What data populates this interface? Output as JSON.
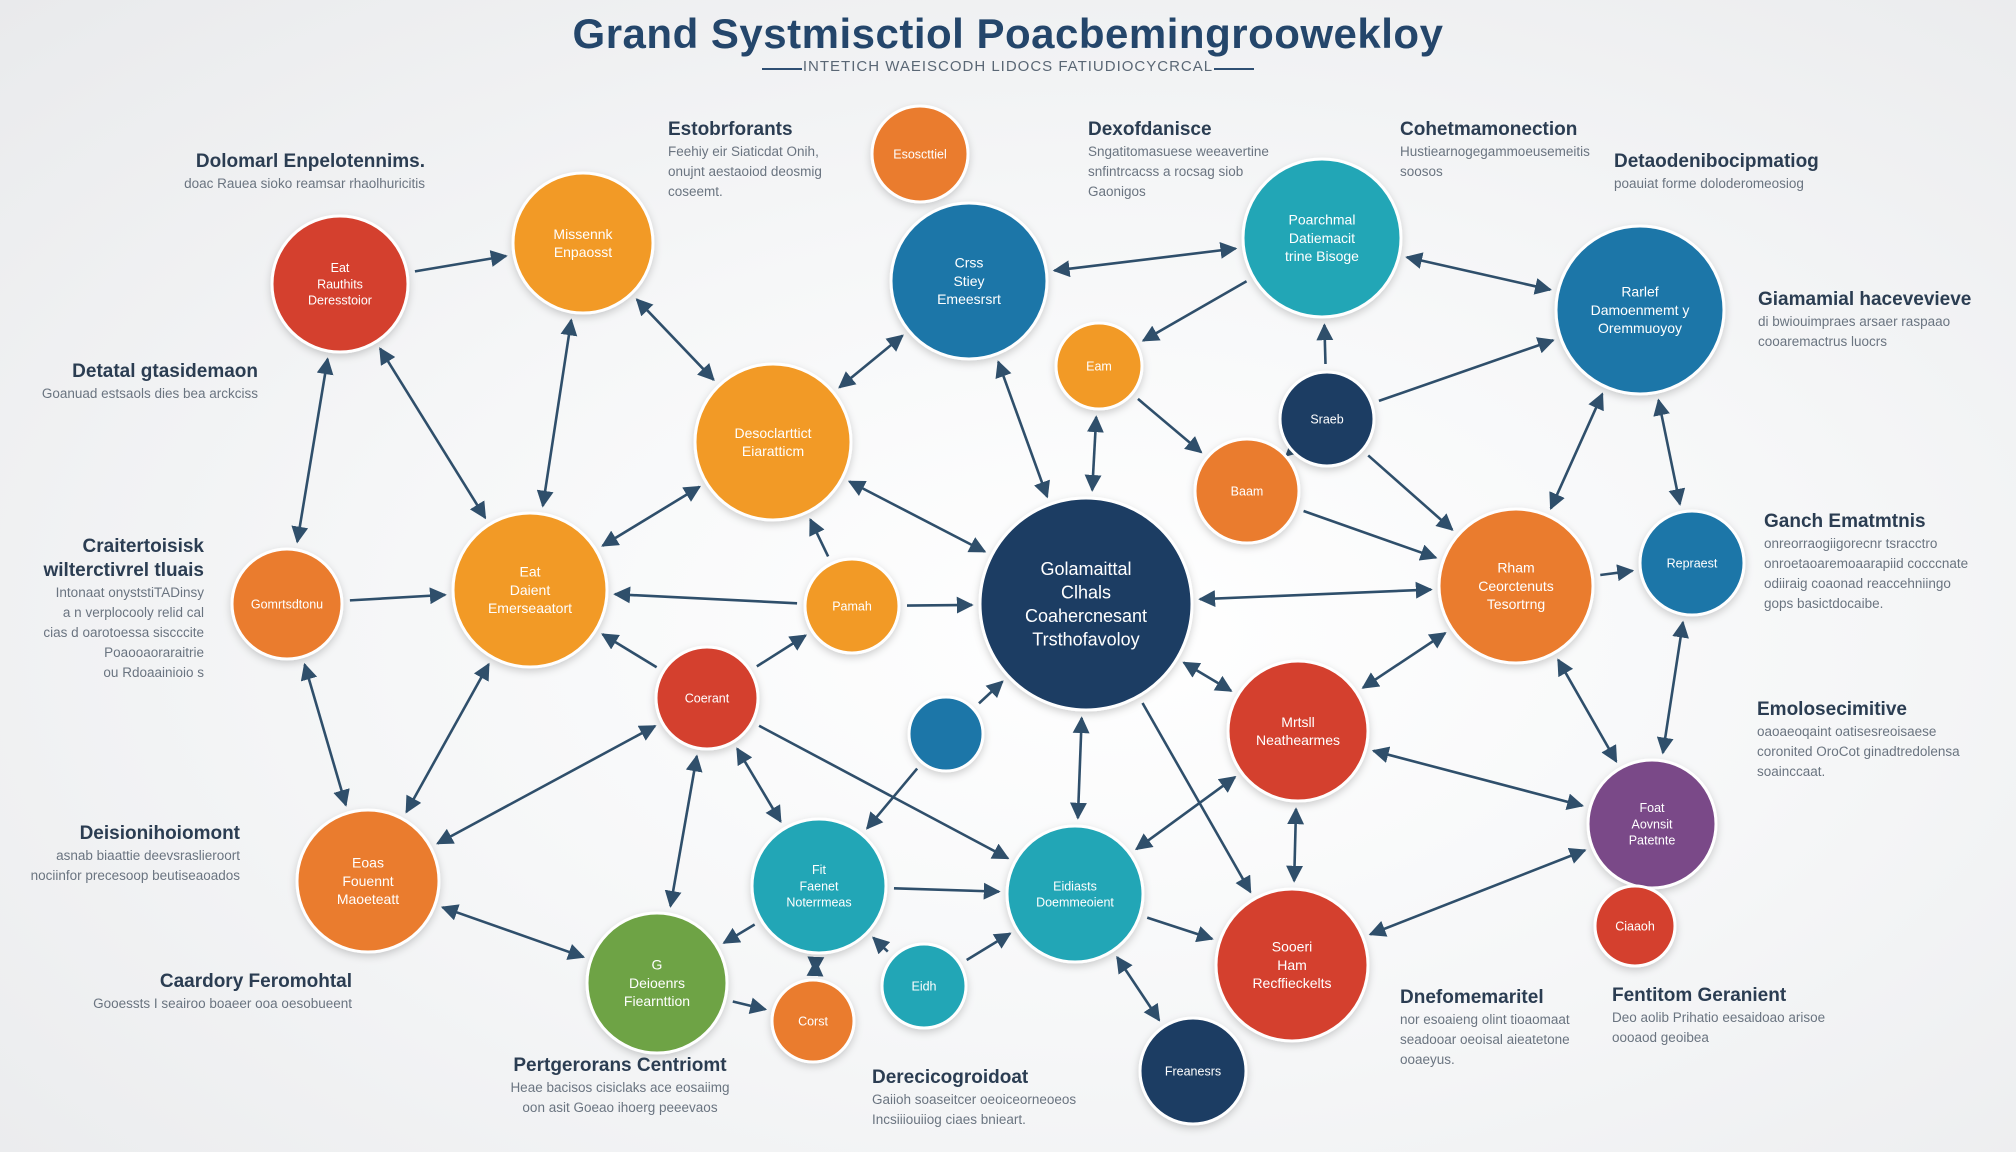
{
  "title": "Grand Systmisctiol Poacbemingroowekloy",
  "subtitle": "INTETICH WAEISCODH LIDOCS FATIUDIOCYCRCAL",
  "colors": {
    "dark_navy": "#1c3d64",
    "blue": "#1f76a8",
    "teal": "#22a6b6",
    "orange": "#ea7b2f",
    "amber": "#f29a25",
    "red": "#d4402e",
    "green": "#6ea345",
    "purple": "#7a4a88",
    "arrow": "#2f4f6b"
  },
  "nodes": [
    {
      "id": "center",
      "text": "Golamaittal\nClhals\nCoahercnesant\nTrsthofavoloy",
      "color": "dark_navy"
    },
    {
      "id": "red_tl",
      "text": "Eat\nRauthits\nDeresstoior",
      "color": "red"
    },
    {
      "id": "orange_tl",
      "text": "Missennk\nEnpaosst",
      "color": "amber"
    },
    {
      "id": "orange_top",
      "text": "Esoscttiel",
      "color": "orange"
    },
    {
      "id": "blue_top",
      "text": "Crss\nStiey\nEmeesrsrt",
      "color": "blue"
    },
    {
      "id": "teal_top",
      "text": "Poarchmal\nDatiemacit\ntrine Bisoge",
      "color": "teal"
    },
    {
      "id": "blue_tr",
      "text": "Rarlef\nDamoenmemt y\nOremmuoyoy",
      "color": "blue"
    },
    {
      "id": "amber_mid",
      "text": "Desoclarttict\nEiaratticm",
      "color": "amber"
    },
    {
      "id": "small_orange",
      "text": "Eam",
      "color": "amber"
    },
    {
      "id": "navy_small",
      "text": "Sraeb",
      "color": "dark_navy"
    },
    {
      "id": "orange_mid",
      "text": "Baam",
      "color": "orange"
    },
    {
      "id": "orange_left",
      "text": "Gomrtsdtonu",
      "color": "orange"
    },
    {
      "id": "amber_left",
      "text": "Eat\nDaient\nEmerseaatort",
      "color": "amber"
    },
    {
      "id": "amber_small",
      "text": "Pamah",
      "color": "amber"
    },
    {
      "id": "red_mid",
      "text": "Coerant",
      "color": "red"
    },
    {
      "id": "orange_r",
      "text": "Rham\nCeorctenuts\nTesortrng",
      "color": "orange"
    },
    {
      "id": "blue_r",
      "text": "Repraest",
      "color": "blue"
    },
    {
      "id": "blue_small",
      "text": "",
      "color": "blue"
    },
    {
      "id": "red_r",
      "text": "Mrtsll\nNeathearmes",
      "color": "red"
    },
    {
      "id": "orange_bl",
      "text": "Eoas\nFouennt\nMaoeteatt",
      "color": "orange"
    },
    {
      "id": "teal_b",
      "text": "Fit\nFaenet\nNoterrmeas",
      "color": "teal"
    },
    {
      "id": "teal_bc",
      "text": "Eidiasts\nDoemmeoient",
      "color": "teal"
    },
    {
      "id": "purple_r",
      "text": "Foat\nAovnsit\nPatetnte",
      "color": "purple"
    },
    {
      "id": "green_b",
      "text": "G\nDeioenrs\nFiearnttion",
      "color": "green"
    },
    {
      "id": "teal_small",
      "text": "Eidh",
      "color": "teal"
    },
    {
      "id": "orange_small_b",
      "text": "Corst",
      "color": "orange"
    },
    {
      "id": "red_b",
      "text": "Sooeri\nHam\nRecffieckelts",
      "color": "red"
    },
    {
      "id": "red_small_r",
      "text": "Ciaaoh",
      "color": "red"
    },
    {
      "id": "navy_b",
      "text": "Freanesrs",
      "color": "dark_navy"
    }
  ],
  "labels": [
    {
      "id": "l1",
      "heading": "Dolomarl Enpelotennims.",
      "desc": "doac Rauea sioko reamsar rhaolhuricitis"
    },
    {
      "id": "l2",
      "heading": "Estobrforants",
      "desc": "Feehiy eir Siaticdat Onih,\nonujnt aestaoiod deosmig\ncoseemt."
    },
    {
      "id": "l3",
      "heading": "Dexofdanisce",
      "desc": "Sngatitomasuese weeavertine\nsnfintrcacss a rocsag siob\nGaonigos"
    },
    {
      "id": "l4",
      "heading": "Cohetmamonection",
      "desc": "Hustiearnogegammoeusemeitis\nsoosos"
    },
    {
      "id": "l5",
      "heading": "Detaodenibocipmatiog",
      "desc": "poauiat forme doloderomeosiog"
    },
    {
      "id": "l6",
      "heading": "Detatal gtasidemaon",
      "desc": "Goanuad estsaols dies bea arckciss"
    },
    {
      "id": "l7",
      "heading": "Giamamial hacevevieve",
      "desc": "di bwiouimpraes arsaer raspaao\ncooaremactrus luocrs"
    },
    {
      "id": "l8",
      "heading": "Craitertoisisk\nwilterctivrel tluais",
      "desc": "Intonaat onyststiTADinsy\na n verplocooly relid cal\ncias d oarotoessa siscccite\nPoaooaoraraitrie\nou Rdoaainioio s"
    },
    {
      "id": "l9",
      "heading": "Ganch Ematmtnis",
      "desc": "onreorraogiigorecnr tsracctro\nonroetaoaremoaarapiid cocccnate\nodiiraig coaonad reaccehniingo\ngops basictdocaibe."
    },
    {
      "id": "l10",
      "heading": "Emolosecimitive",
      "desc": "oaoaeoqaint oatisesreoisaese\ncoronited OroCot ginadtredolensa\nsoainccaat."
    },
    {
      "id": "l11",
      "heading": "Deisionihoiomont",
      "desc": "asnab biaattie deevsraslieroort\nnociinfor precesoop beutiseaoados"
    },
    {
      "id": "l12",
      "heading": "Caardory Feromohtal",
      "desc": "Gooessts I seairoo boaeer ooa oesobueent"
    },
    {
      "id": "l13",
      "heading": "Pertgerorans Centriomt",
      "desc": "Heae bacisos cisiclaks ace eosaiimg\noon asit Goeao ihoerg peeevaos"
    },
    {
      "id": "l14",
      "heading": "Derecicogroidoat",
      "desc": "Gaiioh soaseitcer oeoiceorneoeos\nIncsiiiouiiog ciaes bnieart."
    },
    {
      "id": "l15",
      "heading": "Dnefomemaritel",
      "desc": "nor esoaieng olint tioaomaat\nseadooar oeoisal aieatetone\nooaeyus."
    },
    {
      "id": "l16",
      "heading": "Fentitom Geranient",
      "desc": "Deo aolib Prihatio eesaidoao arisoe\noooaod geoibea"
    }
  ]
}
